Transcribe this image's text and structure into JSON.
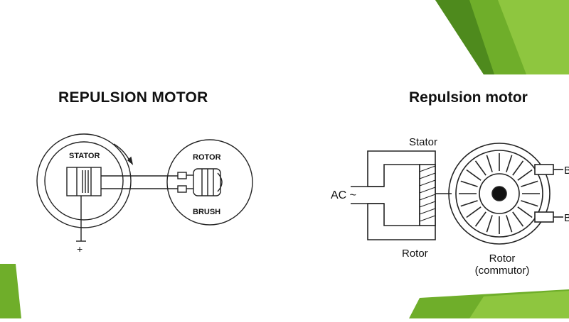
{
  "slide": {
    "accent_colors": [
      "#6fae2a",
      "#8ec63f",
      "#4e8a1d"
    ]
  },
  "left_diagram": {
    "title": "REPULSION MOTOR",
    "stator_label": "STATOR",
    "rotor_label": "ROTOR",
    "brush_label": "BRUSH",
    "ground_symbol": "+"
  },
  "right_diagram": {
    "title": "Repulsion motor",
    "stator_label": "Stator",
    "ac_label": "AC ~",
    "rotor_label_left": "Rotor",
    "rotor_label_right_line1": "Rotor",
    "rotor_label_right_line2": "(commutor)",
    "brush_label_top": "B",
    "brush_label_bottom": "B"
  }
}
